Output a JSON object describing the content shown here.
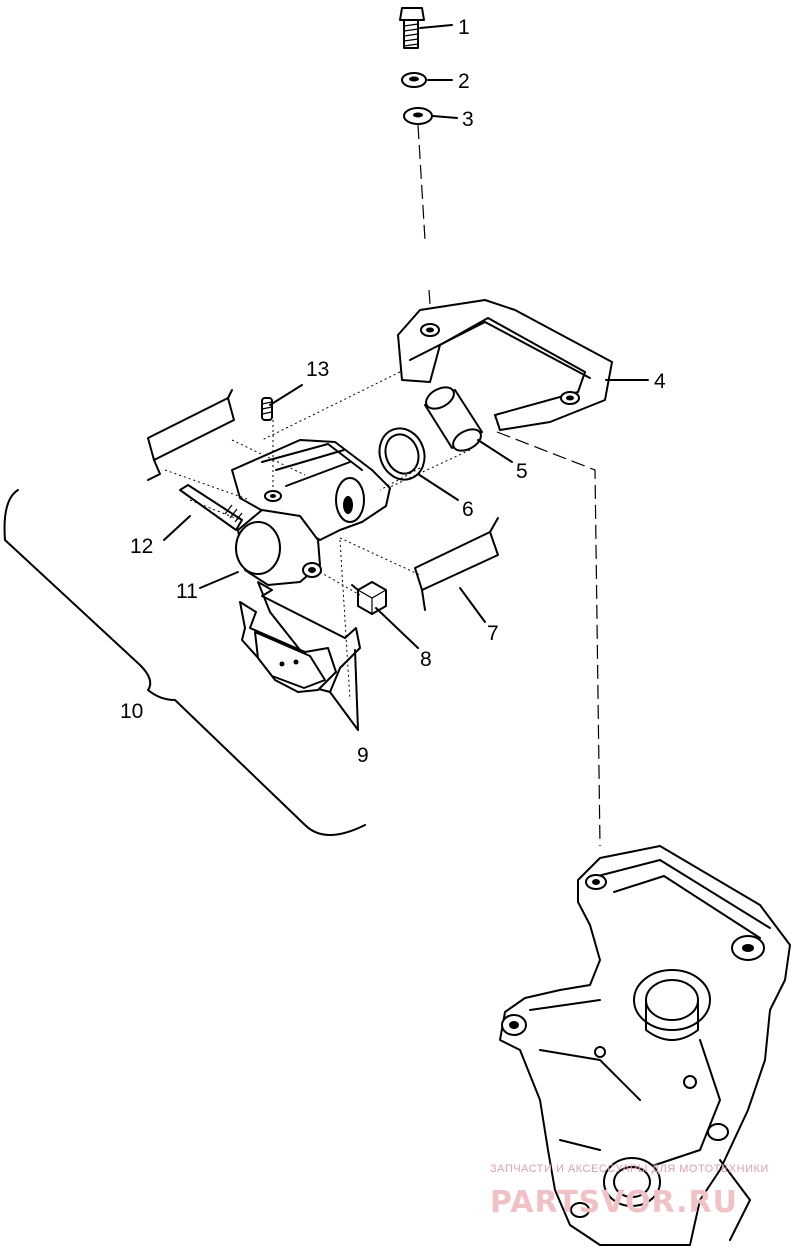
{
  "callouts": {
    "c1": "1",
    "c2": "2",
    "c3": "3",
    "c4": "4",
    "c5": "5",
    "c6": "6",
    "c7": "7",
    "c8": "8",
    "c9": "9",
    "c10": "10",
    "c11": "11",
    "c12": "12",
    "c13": "13"
  },
  "watermark": {
    "caption": "ЗАПЧАСТИ И АКСЕССУАРЫ ДЛЯ МОТОТЕХНИКИ",
    "brand": "PARTSVOR.RU"
  },
  "colors": {
    "line": "#000000",
    "background": "#ffffff",
    "watermark": "#f0c2c6"
  }
}
